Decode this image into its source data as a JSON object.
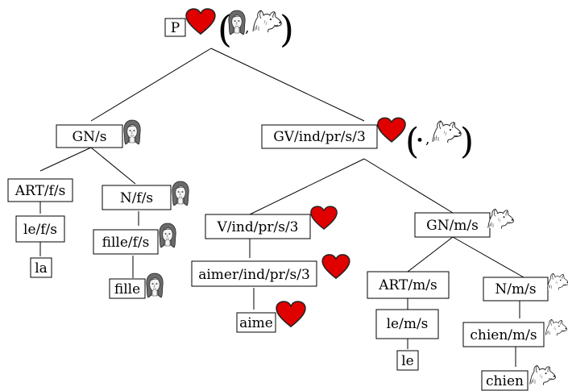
{
  "nodes": {
    "p": "P",
    "gn_s": "GN/s",
    "gv": "GV/ind/pr/s/3",
    "art_fs": "ART/f/s",
    "n_fs": "N/f/s",
    "le_fs": "le/f/s",
    "fille_fs": "fille/f/s",
    "la": "la",
    "fille": "fille",
    "v": "V/ind/pr/s/3",
    "gn_ms": "GN/m/s",
    "aimer": "aimer/ind/pr/s/3",
    "aime": "aime",
    "art_ms": "ART/m/s",
    "n_ms": "N/m/s",
    "le_ms": "le/m/s",
    "chien_ms": "chien/m/s",
    "le": "le",
    "chien": "chien"
  },
  "symbols": {
    "args_open": "(",
    "args_close": ")",
    "comma": ",",
    "bullet": "•"
  },
  "icons": {
    "heart_color": "#e00000",
    "heart": "heart-icon",
    "girl": "girl-face-icon",
    "dog": "dog-head-icon"
  }
}
